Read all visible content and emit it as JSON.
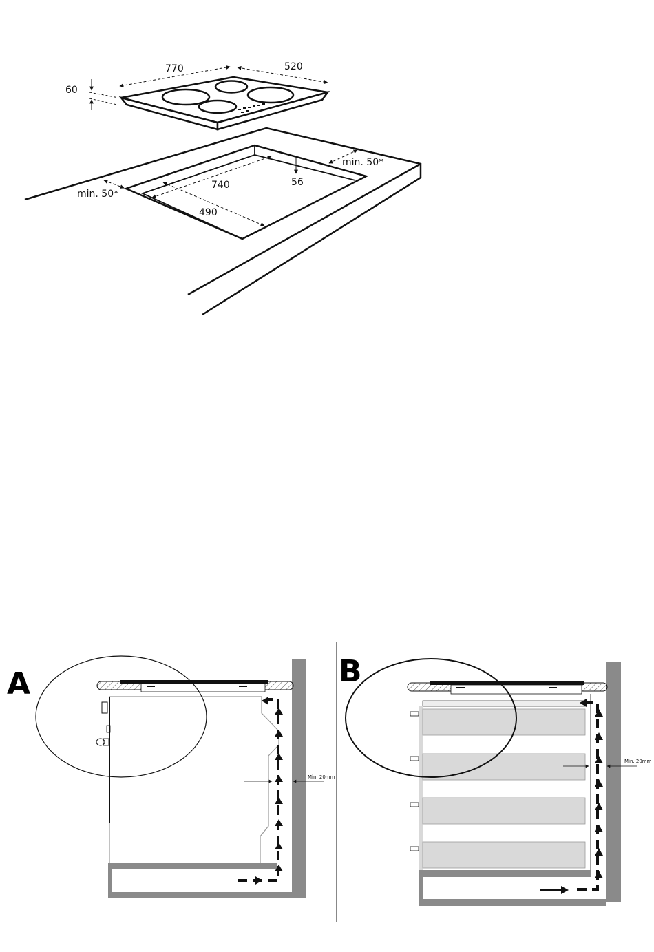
{
  "hob_drawing": {
    "width_label": "770",
    "depth_label": "520",
    "height_label": "60"
  },
  "cutout_drawing": {
    "width_label": "740",
    "depth_label": "490",
    "depth_down_label": "56",
    "margin_left_label": "min. 50*",
    "margin_back_label": "min. 50*"
  },
  "panel_a": {
    "letter": "A",
    "gap_label": "Min. 20mm"
  },
  "panel_b": {
    "letter": "B",
    "gap_label": "Min. 20mm"
  },
  "colors": {
    "line": "#111111",
    "wall": "#8a8a8a",
    "drawer": "#d9d9d9"
  }
}
